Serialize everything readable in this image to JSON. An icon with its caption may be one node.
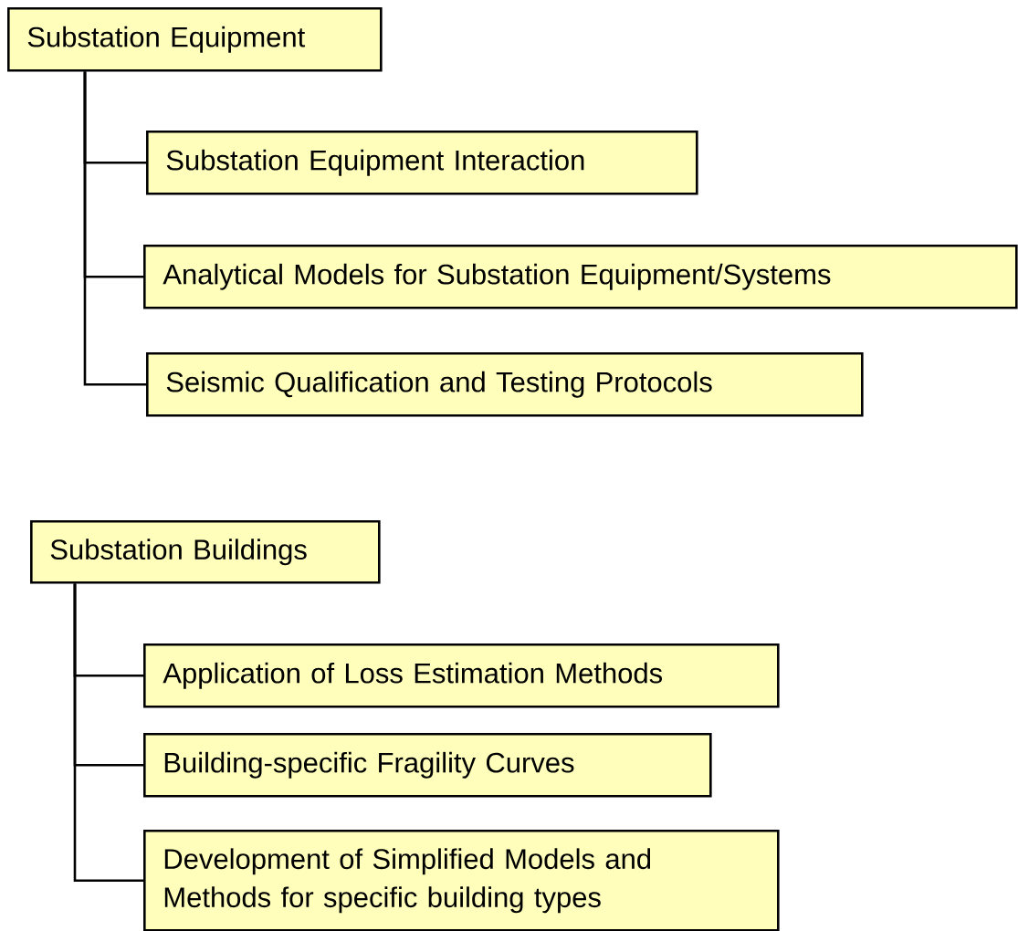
{
  "diagram": {
    "nodes": [
      {
        "text": [
          "Substation Equipment"
        ]
      },
      {
        "text": [
          "Substation Equipment Interaction"
        ]
      },
      {
        "text": [
          "Analytical Models for Substation Equipment/Systems"
        ]
      },
      {
        "text": [
          "Seismic Qualification and Testing Protocols"
        ]
      },
      {
        "text": [
          "Substation Buildings"
        ]
      },
      {
        "text": [
          "Application of Loss Estimation Methods"
        ]
      },
      {
        "text": [
          "Building-specific Fragility Curves"
        ]
      },
      {
        "text": [
          "Development of Simplified Models and Methods for specific building types"
        ]
      }
    ],
    "edges": [
      {
        "from": 0,
        "to": 1,
        "arrow": "none"
      },
      {
        "from": 0,
        "to": 2,
        "arrow": "none"
      },
      {
        "from": 0,
        "to": 3,
        "arrow": "none"
      },
      {
        "from": 4,
        "to": 5,
        "arrow": "none"
      },
      {
        "from": 4,
        "to": 6,
        "arrow": "none"
      },
      {
        "from": 4,
        "to": 7,
        "arrow": "none"
      }
    ]
  }
}
